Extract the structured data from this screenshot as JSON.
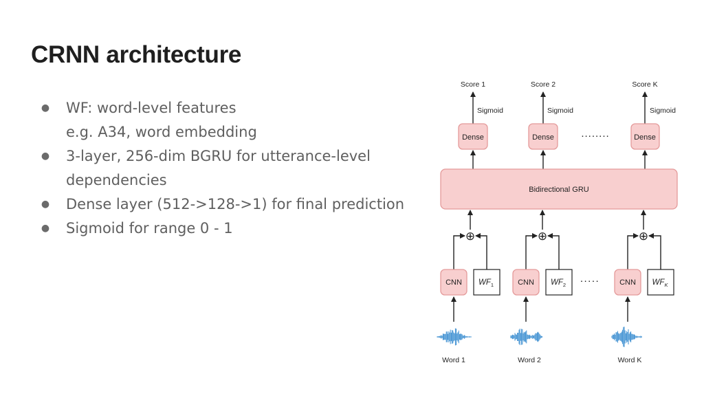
{
  "slide": {
    "title": "CRNN architecture",
    "bullets": [
      {
        "lines": [
          "WF: word-level features",
          "e.g. A34, word embedding"
        ]
      },
      {
        "lines": [
          "3-layer, 256-dim BGRU for utterance-level",
          "dependencies"
        ]
      },
      {
        "lines": [
          "Dense layer (512->128->1) for final prediction"
        ]
      },
      {
        "lines": [
          "Sigmoid for range 0 - 1"
        ]
      }
    ]
  },
  "diagram": {
    "columns": [
      {
        "score": "Score 1",
        "activation": "Sigmoid",
        "dense": "Dense",
        "cnn": "CNN",
        "wf_main": "WF",
        "wf_sub": "1",
        "word": "Word 1"
      },
      {
        "score": "Score 2",
        "activation": "Sigmoid",
        "dense": "Dense",
        "cnn": "CNN",
        "wf_main": "WF",
        "wf_sub": "2",
        "word": "Word 2"
      },
      {
        "score": "Score K",
        "activation": "Sigmoid",
        "dense": "Dense",
        "cnn": "CNN",
        "wf_main": "WF",
        "wf_sub": "K",
        "word": "Word K"
      }
    ],
    "gru_label": "Bidirectional GRU",
    "dense_ellipsis": "........",
    "input_ellipsis": ".....",
    "plus_symbol": "⊕",
    "colors": {
      "pink_fill": "#f8cfcf",
      "pink_stroke": "#e49a9a",
      "waveform": "#3d8fd1"
    }
  }
}
